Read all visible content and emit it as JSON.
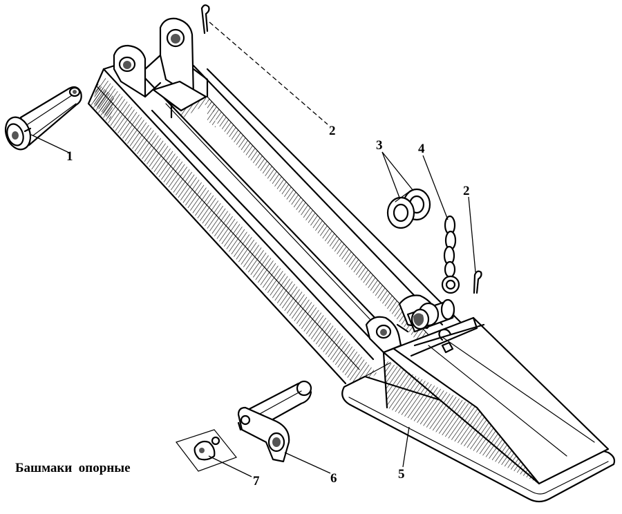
{
  "caption": "Башмаки  опорные",
  "callouts": {
    "n1": "1",
    "n2_top": "2",
    "n2_right": "2",
    "n3": "3",
    "n4": "4",
    "n5": "5",
    "n6": "6",
    "n7": "7"
  }
}
